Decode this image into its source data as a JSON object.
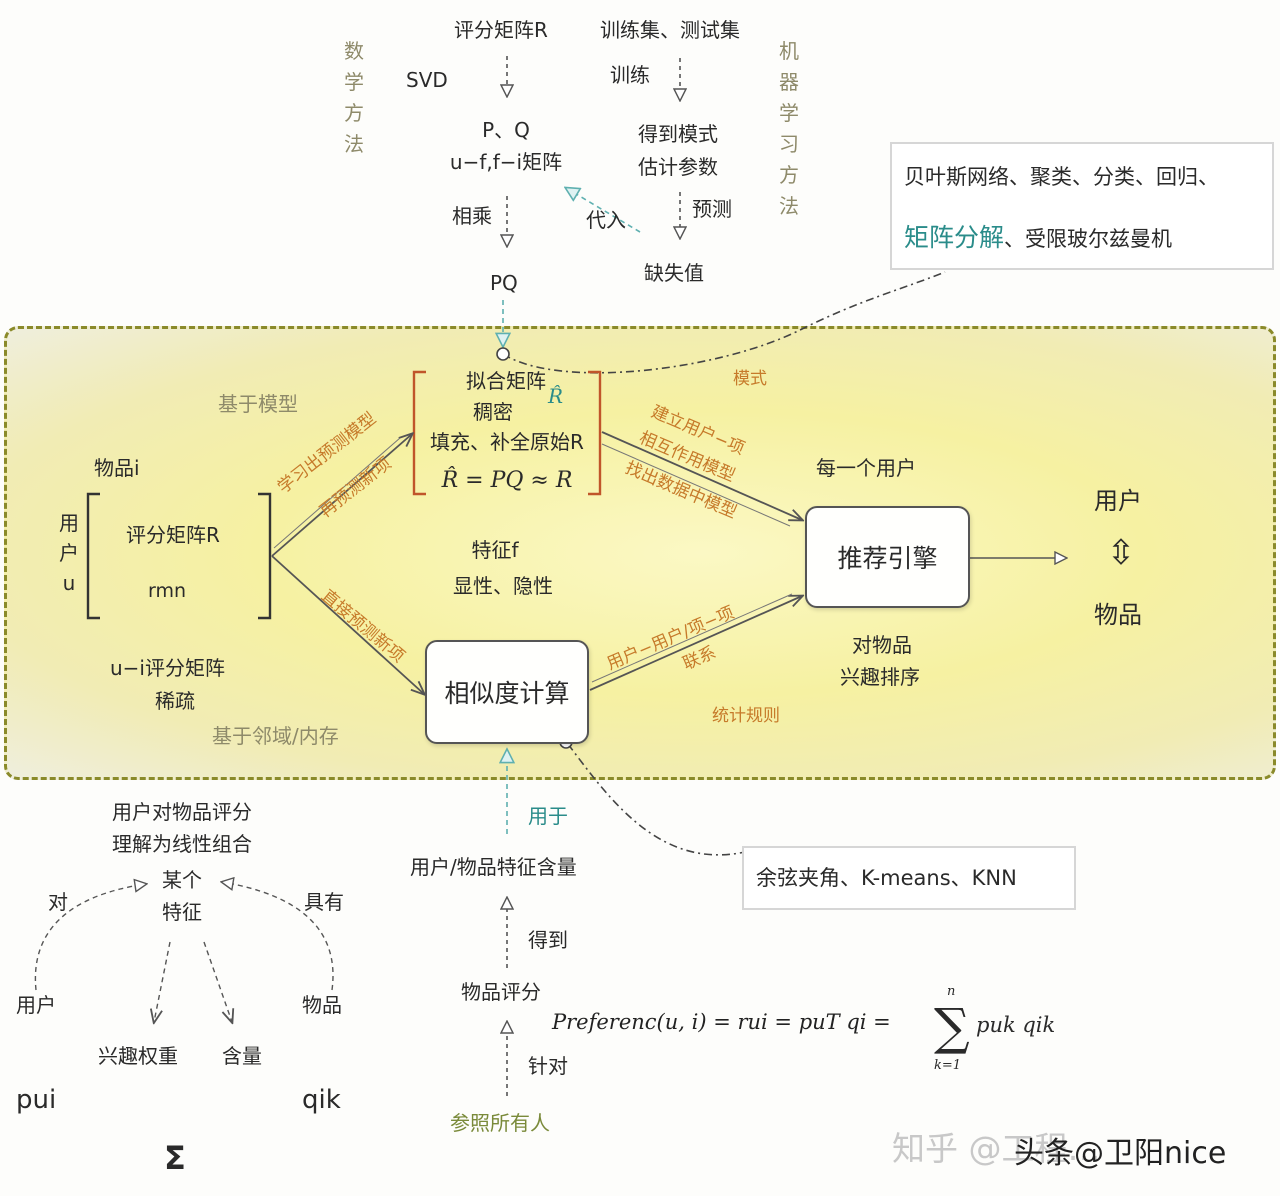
{
  "top": {
    "math_method": "数学方法",
    "ml_method": "机器学习方法",
    "rating_matrix": "评分矩阵R",
    "train_test": "训练集、测试集",
    "svd": "SVD",
    "train": "训练",
    "pq_line1": "P、Q",
    "pq_line2": "u−f,f−i矩阵",
    "model_line1": "得到模式",
    "model_line2": "估计参数",
    "multiply": "相乘",
    "substitute": "代入",
    "predict": "预测",
    "missing": "缺失值",
    "pq": "PQ"
  },
  "ml_note": {
    "line1": "贝叶斯网络、聚类、分类、回归、",
    "highlight": "矩阵分解",
    "line2_rest": "、受限玻尔兹曼机"
  },
  "center": {
    "mode": "模式",
    "model_based": "基于模型",
    "fit_line1": "拟合矩阵",
    "fit_line2": "稠密",
    "fit_line3": "填充、补全原始R",
    "r_hat": "R̂",
    "fit_formula": "R̂ = PQ ≈ R",
    "item_i": "物品i",
    "user_u": "用户u",
    "rating_matrix": "评分矩阵R",
    "r_mn": "rmn",
    "learn_line1": "学习出预测模型",
    "learn_line2": "再预测新项",
    "relation_line1": "建立用户−项",
    "relation_line2": "相互作用模型",
    "relation_line3": "找出数据中模型",
    "each_user": "每一个用户",
    "engine": "推荐引擎",
    "feature_line1": "特征f",
    "feature_line2": "显性、隐性",
    "direct_predict": "直接预测新项",
    "similarity": "相似度计算",
    "link_line1": "用户−用户/项−项",
    "link_line2": "联系",
    "rank_line1": "对物品",
    "rank_line2": "兴趣排序",
    "stats": "统计规则",
    "ui_line1": "u−i评分矩阵",
    "ui_line2": "稀疏",
    "neighborhood": "基于邻域/内存",
    "out_user": "用户",
    "out_arrow": "⇳",
    "out_item": "物品"
  },
  "sim_note": "余弦夹角、K-means、KNN",
  "bottom": {
    "used_for": "用于",
    "feature_content": "用户/物品特征含量",
    "obtain": "得到",
    "item_rating": "物品评分",
    "for": "针对",
    "refer_all": "参照所有人",
    "linear_line1": "用户对物品评分",
    "linear_line2": "理解为线性组合",
    "some_line1": "某个",
    "some_line2": "特征",
    "to": "对",
    "has": "具有",
    "user": "用户",
    "item": "物品",
    "interest_weight": "兴趣权重",
    "content": "含量",
    "p_ui": "pui",
    "q_ik": "qik",
    "sigma": "Σ",
    "formula": "Preferenc(u, i) = rui = puT qi =",
    "sum_top": "n",
    "sum_bottom": "k=1",
    "sum_term": "puk qik"
  },
  "watermark": {
    "faint": "知乎 @工程…",
    "main": "头条@卫阳nice"
  }
}
